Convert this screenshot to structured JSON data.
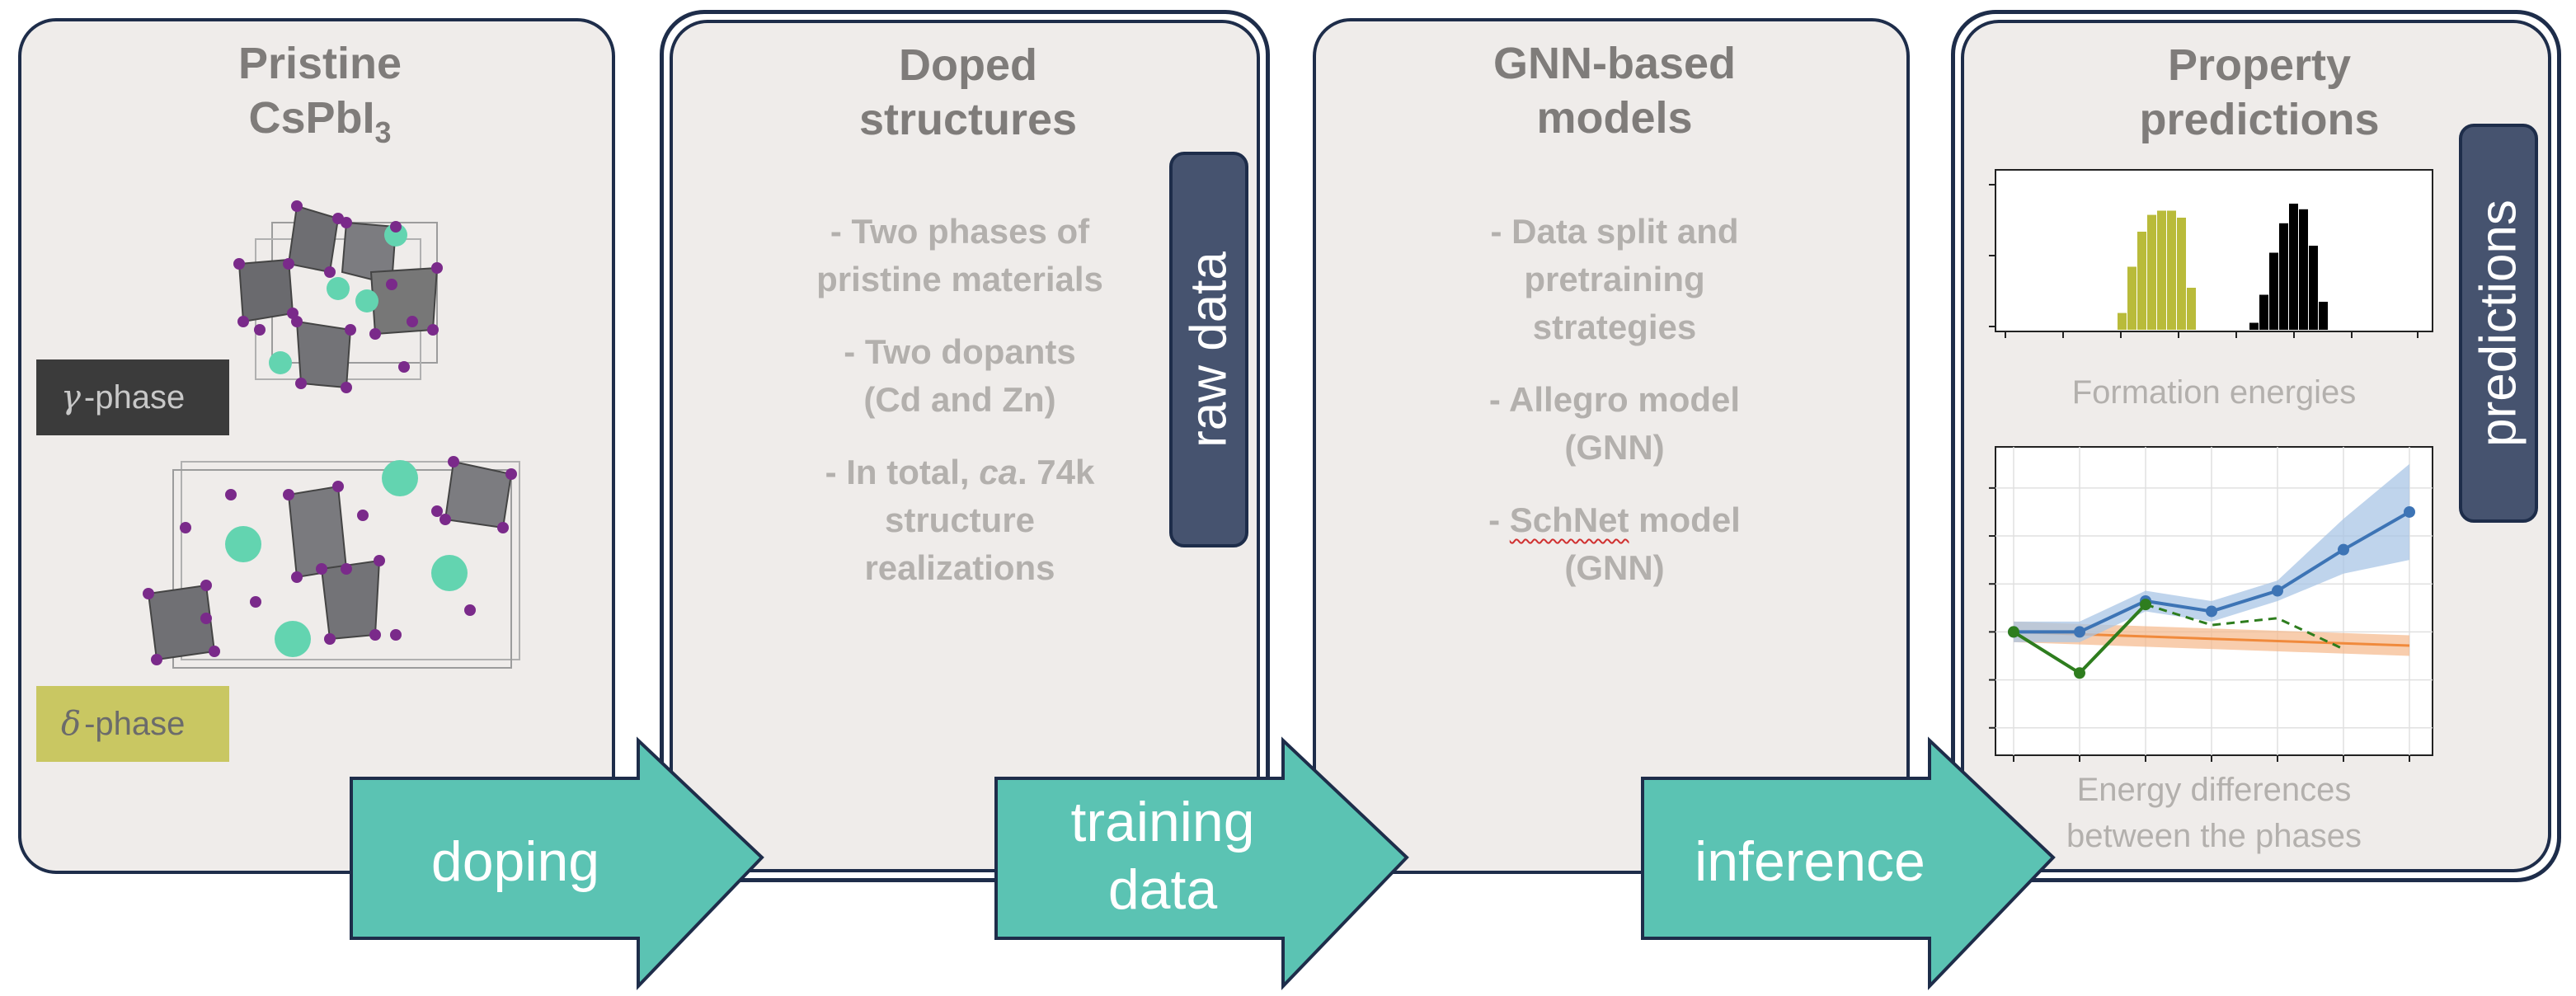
{
  "panels": {
    "pristine": {
      "title_line1": "Pristine",
      "title_line2": "CsPbI",
      "title_sub": "3",
      "gamma_symbol": "γ",
      "gamma_text": "-phase",
      "delta_symbol": "δ",
      "delta_text": "-phase"
    },
    "doped": {
      "title_line1": "Doped",
      "title_line2": "structures",
      "bullet1_line1": "- Two phases of",
      "bullet1_line2": "pristine materials",
      "bullet2_line1": "- Two dopants",
      "bullet2_line2": "(Cd and Zn)",
      "bullet3_prefix": "- In total, ",
      "bullet3_italic": "ca",
      "bullet3_suffix": ". 74k",
      "bullet3_line2": "structure",
      "bullet3_line3": "realizations",
      "tab_label": "raw data"
    },
    "gnn": {
      "title_line1": "GNN-based",
      "title_line2": "models",
      "bullet1_line1": "- Data split and",
      "bullet1_line2": "pretraining",
      "bullet1_line3": "strategies",
      "bullet2_line1": "- Allegro model",
      "bullet2_line2": "(GNN)",
      "bullet3_dash": "- ",
      "bullet3_word": "SchNet",
      "bullet3_rest": " model",
      "bullet3_line2": "(GNN)"
    },
    "predictions": {
      "title_line1": "Property",
      "title_line2": "predictions",
      "tab_label": "predictions",
      "caption1": "Formation energies",
      "caption2_line1": "Energy differences",
      "caption2_line2": "between the phases"
    }
  },
  "arrows": {
    "doping": "doping",
    "training_line1": "training",
    "training_line2": "data",
    "inference": "inference"
  },
  "colors": {
    "panel_bg": "#efecea",
    "border": "#1e2d4a",
    "arrow": "#5bc3b3",
    "tab": "#46536f",
    "gamma_box": "#3b3b3b",
    "delta_box": "#c9c762",
    "hist_olive": "#b9bb3a",
    "hist_black": "#000000",
    "line_blue": "#3d74b5",
    "line_green": "#2e7d1e",
    "band_orange": "#f5b88a",
    "band_blue": "#a9c6e6"
  },
  "chart_data": [
    {
      "type": "bar",
      "series": [
        {
          "values": [
            0.12,
            0.45,
            0.7,
            0.82,
            0.85,
            0.85,
            0.8,
            0.3
          ]
        },
        {
          "values": [
            0.05,
            0.25,
            0.55,
            0.76,
            0.9,
            0.86,
            0.6,
            0.2
          ]
        }
      ]
    },
    {
      "type": "line",
      "x": [
        0,
        1,
        2,
        3,
        4,
        5,
        6
      ],
      "series": [
        {
          "values": [
            3.6,
            3.6,
            4.05,
            3.9,
            4.2,
            4.8,
            5.35
          ]
        },
        {
          "values": [
            3.6,
            3.0,
            4.0,
            3.7,
            3.8,
            3.35
          ]
        }
      ]
    }
  ]
}
